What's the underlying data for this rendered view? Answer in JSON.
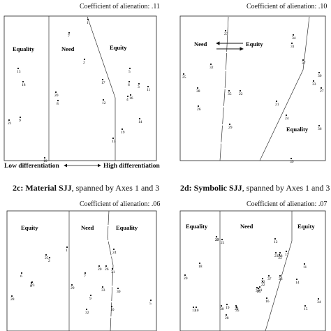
{
  "coefficients": {
    "2a": "Coefficient of alienation: .11",
    "2b": "Coefficient of alienation: .10",
    "2c": "Coefficient of alienation: .06",
    "2d": "Coefficient of alienation: .07"
  },
  "captions": {
    "2c": {
      "bold": "2c: Material SJJ",
      "rest": ", spanned by Axes 1 and 3"
    },
    "2d": {
      "bold": "2d: Symbolic SJJ",
      "rest": ", spanned by Axes 1 and 3"
    }
  },
  "axis_note": {
    "left": "Low differentiation",
    "right": "High differentiation"
  },
  "regions": {
    "2a": [
      "Equality",
      "Need",
      "Equity"
    ],
    "2b": [
      "Need",
      "Equity",
      "Equality"
    ],
    "2c": [
      "Equity",
      "Need",
      "Equality"
    ],
    "2d": [
      "Equality",
      "Need",
      "Equity"
    ]
  },
  "points": {
    "2a": [
      "1",
      "2",
      "3",
      "4",
      "5",
      "6",
      "7",
      "8",
      "9",
      "10",
      "11",
      "12",
      "13",
      "14",
      "15",
      "16",
      "17",
      "18",
      "19",
      "20",
      "21"
    ],
    "2b": [
      "21",
      "22",
      "23",
      "24",
      "25",
      "26",
      "27",
      "29",
      "30",
      "31",
      "32",
      "33",
      "34",
      "35",
      "36",
      "37",
      "38",
      "39"
    ],
    "2c": [
      "1",
      "2",
      "5",
      "6",
      "7",
      "8",
      "9",
      "10",
      "20",
      "23",
      "24",
      "25",
      "26",
      "28",
      "29",
      "30",
      "31",
      "32",
      "33"
    ],
    "2d": [
      "10",
      "11",
      "12",
      "13",
      "14",
      "15",
      "16",
      "17",
      "18",
      "19",
      "20",
      "21",
      "22",
      "23",
      "24",
      "25",
      "26",
      "27",
      "28",
      "30",
      "31",
      "32",
      "33",
      "34",
      "35",
      "36",
      "37",
      "38",
      "39"
    ]
  }
}
